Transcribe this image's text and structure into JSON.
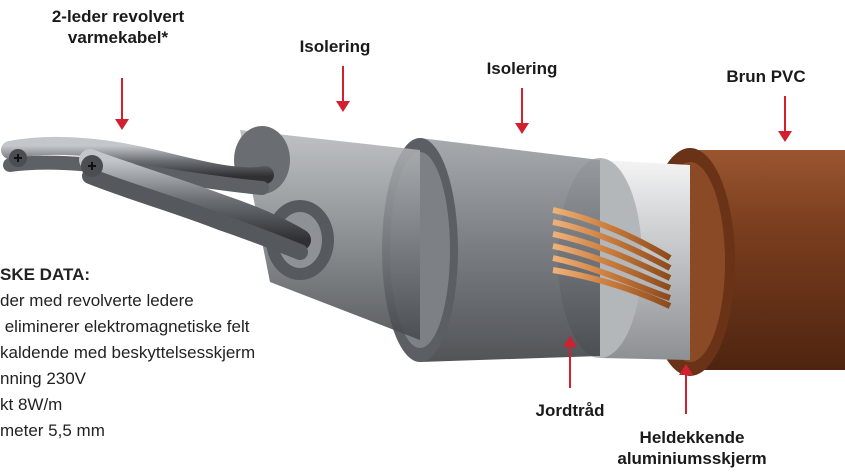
{
  "labels": {
    "cable_line1": "2-leder revolvert",
    "cable_line2": "varmekabel*",
    "insulation_inner": "Isolering",
    "insulation_outer": "Isolering",
    "brown_pvc": "Brun PVC",
    "ground_wire": "Jordtråd",
    "screen_line1": "Heldekkende",
    "screen_line2": "aluminiumsskjerm"
  },
  "specs": {
    "heading": "SKE DATA:",
    "lines": [
      "der med revolverte ledere",
      " eliminerer elektromagnetiske felt",
      "kaldende med beskyttelsesskjerm",
      "nning 230V",
      "kt 8W/m",
      "meter 5,5 mm"
    ]
  },
  "colors": {
    "arrow": "#d1202f",
    "pvc": "#7a3e1e",
    "copper": "#c87a3a"
  }
}
